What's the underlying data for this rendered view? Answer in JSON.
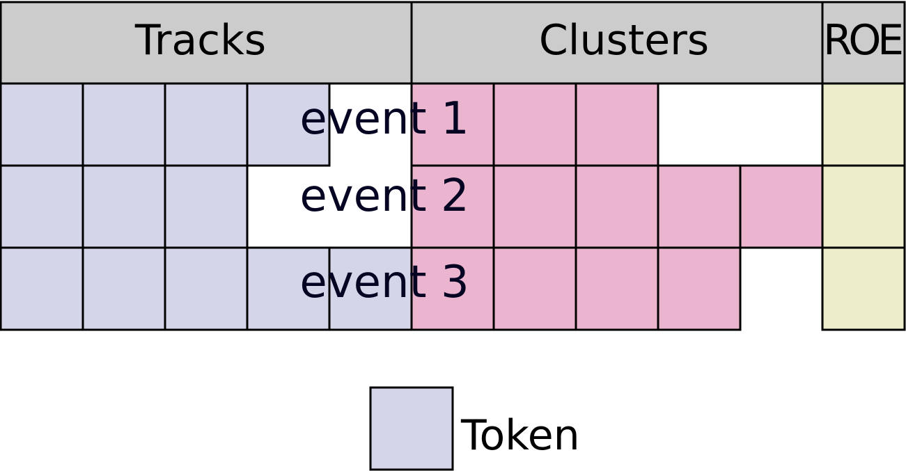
{
  "colors": {
    "header_fill": "#cccccc",
    "track_token": "#d5d5e9",
    "cluster_token": "#ecb5cf",
    "roe_token": "#ededcb",
    "outline": "#000000",
    "background": "#ffffff"
  },
  "sections": [
    {
      "key": "tracks",
      "label": "Tracks",
      "token_color_key": "track_token"
    },
    {
      "key": "clusters",
      "label": "Clusters",
      "token_color_key": "cluster_token"
    },
    {
      "key": "roe",
      "label": "ROE",
      "token_color_key": "roe_token"
    }
  ],
  "events": [
    {
      "label": "event 1",
      "tracks": 4,
      "clusters": 3,
      "roe": 1
    },
    {
      "label": "event 2",
      "tracks": 3,
      "clusters": 5,
      "roe": 1
    },
    {
      "label": "event 3",
      "tracks": 5,
      "clusters": 4,
      "roe": 1
    }
  ],
  "legend": {
    "label": "Token",
    "swatch_color_key": "track_token"
  }
}
